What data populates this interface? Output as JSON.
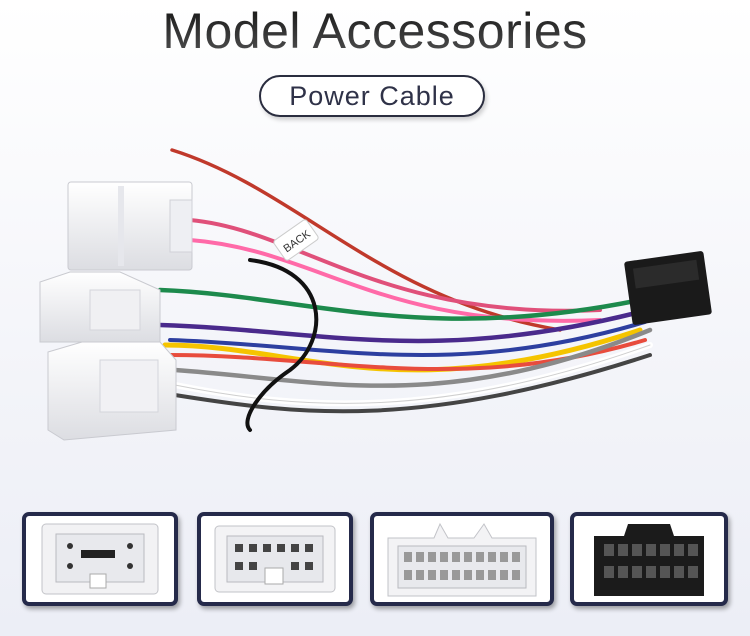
{
  "header": {
    "title": "Model Accessories",
    "subtitle": "Power Cable"
  },
  "product": {
    "tag_label": "BACK",
    "wire_colors": [
      "#c0392b",
      "#ff3c8a",
      "#1d8a4c",
      "#4a2a8c",
      "#f5c400",
      "#ffffff",
      "#444444",
      "#e84c3d",
      "#2d3fa0",
      "#111111"
    ]
  },
  "thumbnails": [
    {
      "name": "connector-thumb-1",
      "style": "white"
    },
    {
      "name": "connector-thumb-2",
      "style": "white"
    },
    {
      "name": "connector-thumb-3",
      "style": "white"
    },
    {
      "name": "connector-thumb-4",
      "style": "black"
    }
  ]
}
